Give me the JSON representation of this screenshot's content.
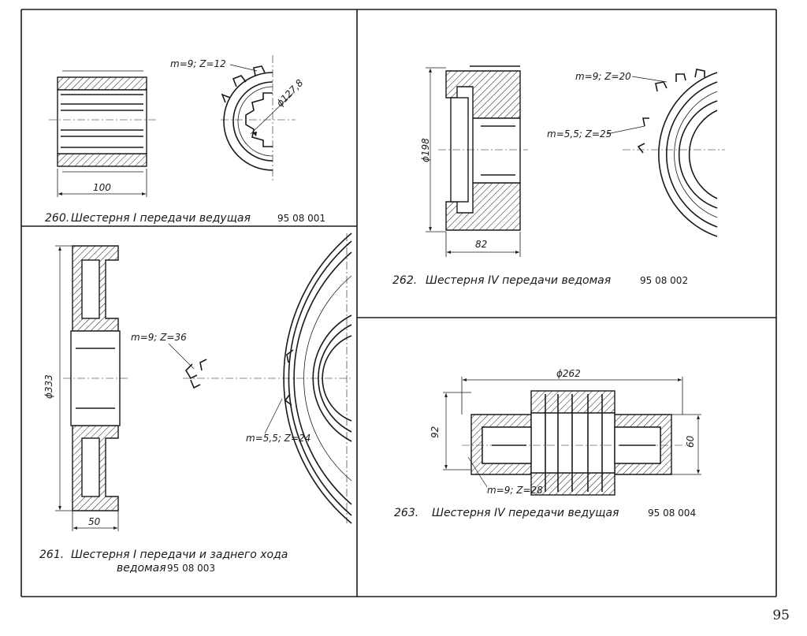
{
  "page_number": "95",
  "figures": [
    {
      "number": "260.",
      "title": "Шестерня I передачи ведущая",
      "code": "95 08 001",
      "labels": {
        "module_teeth": "m=9; Z=12",
        "diameter": "ϕ127,8",
        "width": "100"
      }
    },
    {
      "number": "261.",
      "title_line1": "Шестерня I передачи и заднего хода",
      "title_line2": "ведомая",
      "code": "95 08 003",
      "labels": {
        "outer_gear": "m=9; Z=36",
        "inner_gear": "m=5,5; Z=24",
        "diameter": "ϕ333",
        "width": "50"
      }
    },
    {
      "number": "262.",
      "title": "Шестерня IV передачи ведомая",
      "code": "95 08 002",
      "labels": {
        "outer_gear": "m=9; Z=20",
        "inner_gear": "m=5,5; Z=25",
        "diameter": "ϕ198",
        "width": "82"
      }
    },
    {
      "number": "263.",
      "title": "Шестерня IV передачи ведущая",
      "code": "95 08 004",
      "labels": {
        "module_teeth": "m=9; Z=28",
        "diameter": "ϕ262",
        "height_left": "92",
        "height_right": "60"
      }
    }
  ]
}
